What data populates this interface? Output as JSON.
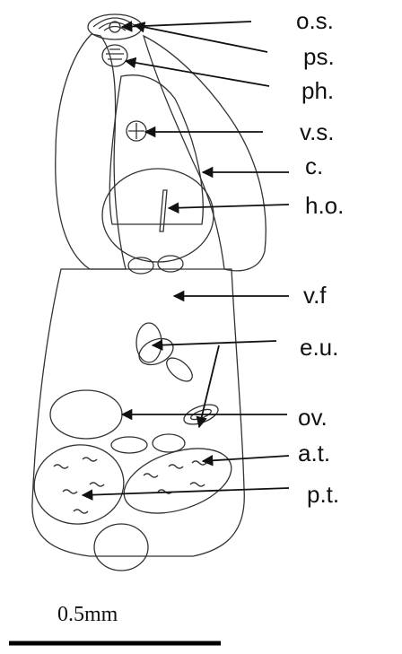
{
  "labels": {
    "os": "o.s.",
    "ps": "ps.",
    "ph": "ph.",
    "vs": "v.s.",
    "c": "c.",
    "ho": "h.o.",
    "vf": "v.f",
    "eu": "e.u.",
    "ov": "ov.",
    "at": "a.t.",
    "pt": "p.t."
  },
  "scale": {
    "label": "0.5mm"
  }
}
